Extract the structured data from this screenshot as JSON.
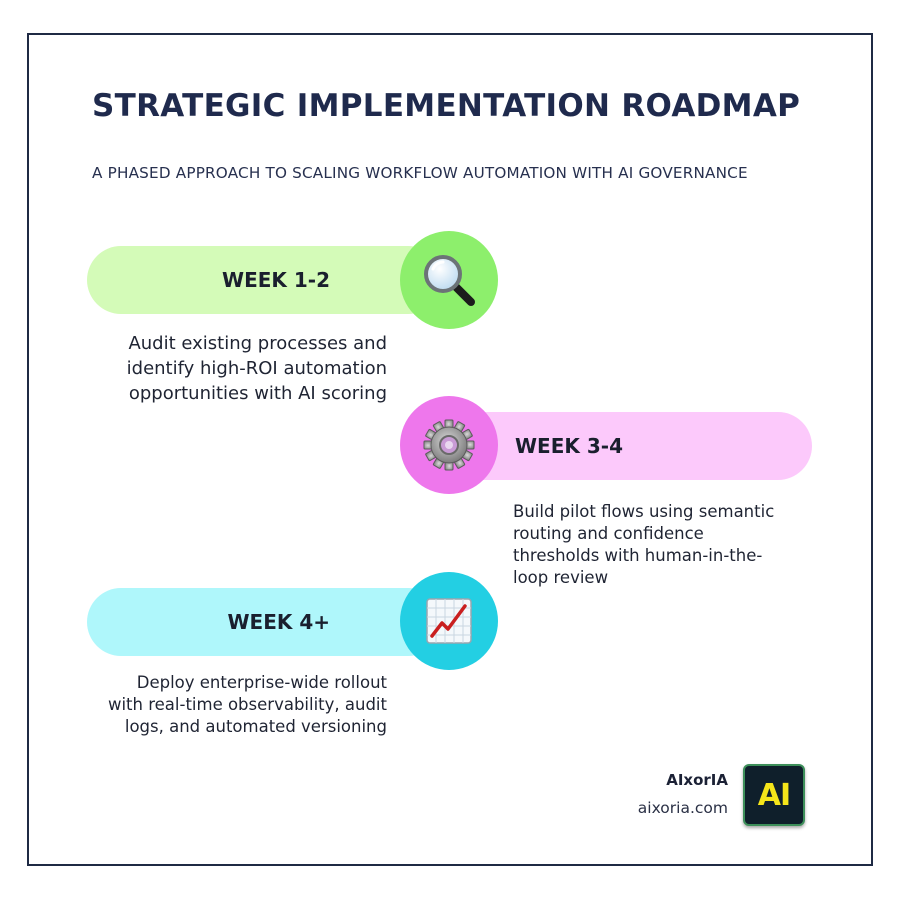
{
  "header": {
    "title": "STRATEGIC IMPLEMENTATION ROADMAP",
    "subtitle": "A PHASED APPROACH TO SCALING WORKFLOW AUTOMATION WITH AI GOVERNANCE"
  },
  "phases": [
    {
      "label": "WEEK 1-2",
      "icon": "magnifier-icon",
      "description_lines": [
        "Audit existing processes and",
        "identify high-ROI automation",
        "opportunities with AI scoring"
      ],
      "pill_color": "#d4fbb8",
      "circle_color": "#8def6c"
    },
    {
      "label": "WEEK 3-4",
      "icon": "gear-icon",
      "description_lines": [
        "Build pilot flows using semantic",
        "routing and confidence",
        "thresholds with human-in-the-",
        "loop review"
      ],
      "pill_color": "#fcc9fb",
      "circle_color": "#ee77ec"
    },
    {
      "label": "WEEK 4+",
      "icon": "chart-increasing-icon",
      "description_lines": [
        "Deploy enterprise-wide rollout",
        "with real-time observability, audit",
        "logs, and automated versioning"
      ],
      "pill_color": "#aff7fb",
      "circle_color": "#23cfe3"
    }
  ],
  "brand": {
    "name": "AIxorIA",
    "url": "aixoria.com",
    "logo_text": "AI"
  }
}
